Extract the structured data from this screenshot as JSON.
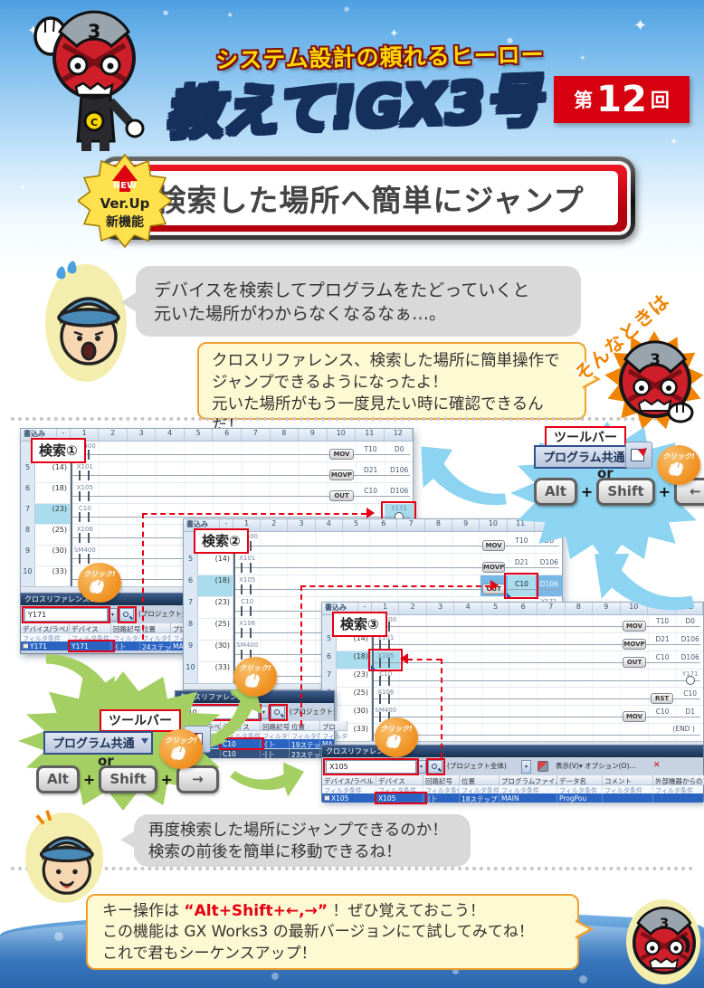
{
  "header": {
    "subtitle": "システム設計の頼れるヒーロー",
    "title": "教えて!GX3号",
    "episode_prefix": "第",
    "episode_number": "12",
    "episode_suffix": "回"
  },
  "banner": {
    "badge_new": "NEW",
    "badge_verup": "Ver.Up",
    "badge_feature": "新機能",
    "title": "検索した場所へ簡単にジャンプ"
  },
  "mascot": {
    "three": "3",
    "belt": "C"
  },
  "dialogue1": {
    "line1": "デバイスを検索してプログラムをたどっていくと",
    "line2": "元いた場所がわからなくなるなぁ…。"
  },
  "reply": {
    "line1": "クロスリファレンス、検索した場所に簡単操作で",
    "line2": "ジャンプできるようになったよ！",
    "line3": "元いた場所がもう一度見たい時に確認できるんだ！"
  },
  "sonna": "そんなときは",
  "search_labels": [
    "検索①",
    "検索②",
    "検索③"
  ],
  "toolbar_right": {
    "label": "ツールバー",
    "dropdown": "プログラム共通",
    "or": "or",
    "keys": [
      "Alt",
      "Shift",
      "←"
    ]
  },
  "toolbar_left": {
    "label": "ツールバー",
    "dropdown": "プログラム共通",
    "or": "or",
    "keys": [
      "Alt",
      "Shift",
      "→"
    ]
  },
  "click_label": "クリック!",
  "ladder": {
    "tab": "書込み",
    "dash": "-",
    "cols": [
      "1",
      "2",
      "3",
      "4",
      "5",
      "6",
      "7",
      "8",
      "9",
      "10",
      "11",
      "12"
    ],
    "rows": [
      {
        "num": "",
        "step": "",
        "contact": "SM400",
        "box": {
          "op": "MOV",
          "col": 10,
          "a1": "T10",
          "a2": "D0"
        }
      },
      {
        "num": "5",
        "step": "(14)",
        "contact": "X101",
        "box": {
          "op": "MOVP",
          "col": 10,
          "a1": "D21",
          "a2": "D106"
        }
      },
      {
        "num": "6",
        "step": "(18)",
        "contact": "X105",
        "box": {
          "op": "OUT",
          "col": 10,
          "a1": "C10",
          "a2": "D106"
        }
      },
      {
        "num": "7",
        "step": "(23)",
        "contact": "C10",
        "coil": "Y171"
      },
      {
        "num": "8",
        "step": "(25)",
        "contact": "X106",
        "box": {
          "op": "RST",
          "col": 11,
          "a1": "C10",
          "a2": ""
        }
      },
      {
        "num": "9",
        "step": "(30)",
        "contact": "SM400",
        "box": {
          "op": "MOV",
          "col": 10,
          "a1": "C10",
          "a2": "D1"
        }
      },
      {
        "num": "10",
        "step": "(33)",
        "end": "(END )"
      }
    ]
  },
  "crossref1": {
    "title": "クロスリファレンス1",
    "search": "Y171",
    "scope": "(プロジェクト全体)",
    "headers": [
      "デバイス/ラベル",
      "デバイス",
      "回路記号",
      "位置",
      "プログラムフ"
    ],
    "filter": "フィルタ条件",
    "rows": [
      [
        "Y171",
        "Y171",
        "-( )-",
        "24ステップ",
        "MAIN"
      ]
    ]
  },
  "crossref2": {
    "title": "クロスリファレンス1",
    "search": "C10",
    "scope": "(プロジェクト全体)",
    "headers": [
      "デバイス/ラベル",
      "デバイス",
      "回路記号",
      "位置",
      "プロ"
    ],
    "filter": "フィルタ条件",
    "rows": [
      [
        "C10",
        "C10",
        "-( )-",
        "19ステップ",
        "MA"
      ],
      [
        "C10",
        "C10",
        "-| |-",
        "23ステップ",
        "MA"
      ]
    ]
  },
  "crossref3": {
    "title": "クロスリファレンス1",
    "search": "X105",
    "scope": "(プロジェクト全体)",
    "view_menu": "表示(V)▾ オプション(O)...",
    "close": "✕",
    "headers": [
      "デバイス/ラベル",
      "デバイス",
      "回路記号",
      "位置",
      "プログラムファイル名",
      "データ名",
      "コメント",
      "外部機器からのアクセス"
    ],
    "filter": "フィルタ条件",
    "rows": [
      [
        "X105",
        "X105",
        "-| |-",
        "18ステップ",
        "MAIN",
        "ProgPou",
        "",
        ""
      ]
    ]
  },
  "dialogue2": {
    "line1": "再度検索した場所にジャンプできるのか！",
    "line2": "検索の前後を簡単に移動できるね！"
  },
  "summary": {
    "line1_pre": "キー操作は ",
    "line1_red": "“Alt+Shift+←,→”",
    "line1_post": " ！ぜひ覚えておこう！",
    "line2": "この機能は GX Works3 の最新バージョンにて試してみてね！",
    "line3": "これで君もシーケンスアップ！"
  }
}
